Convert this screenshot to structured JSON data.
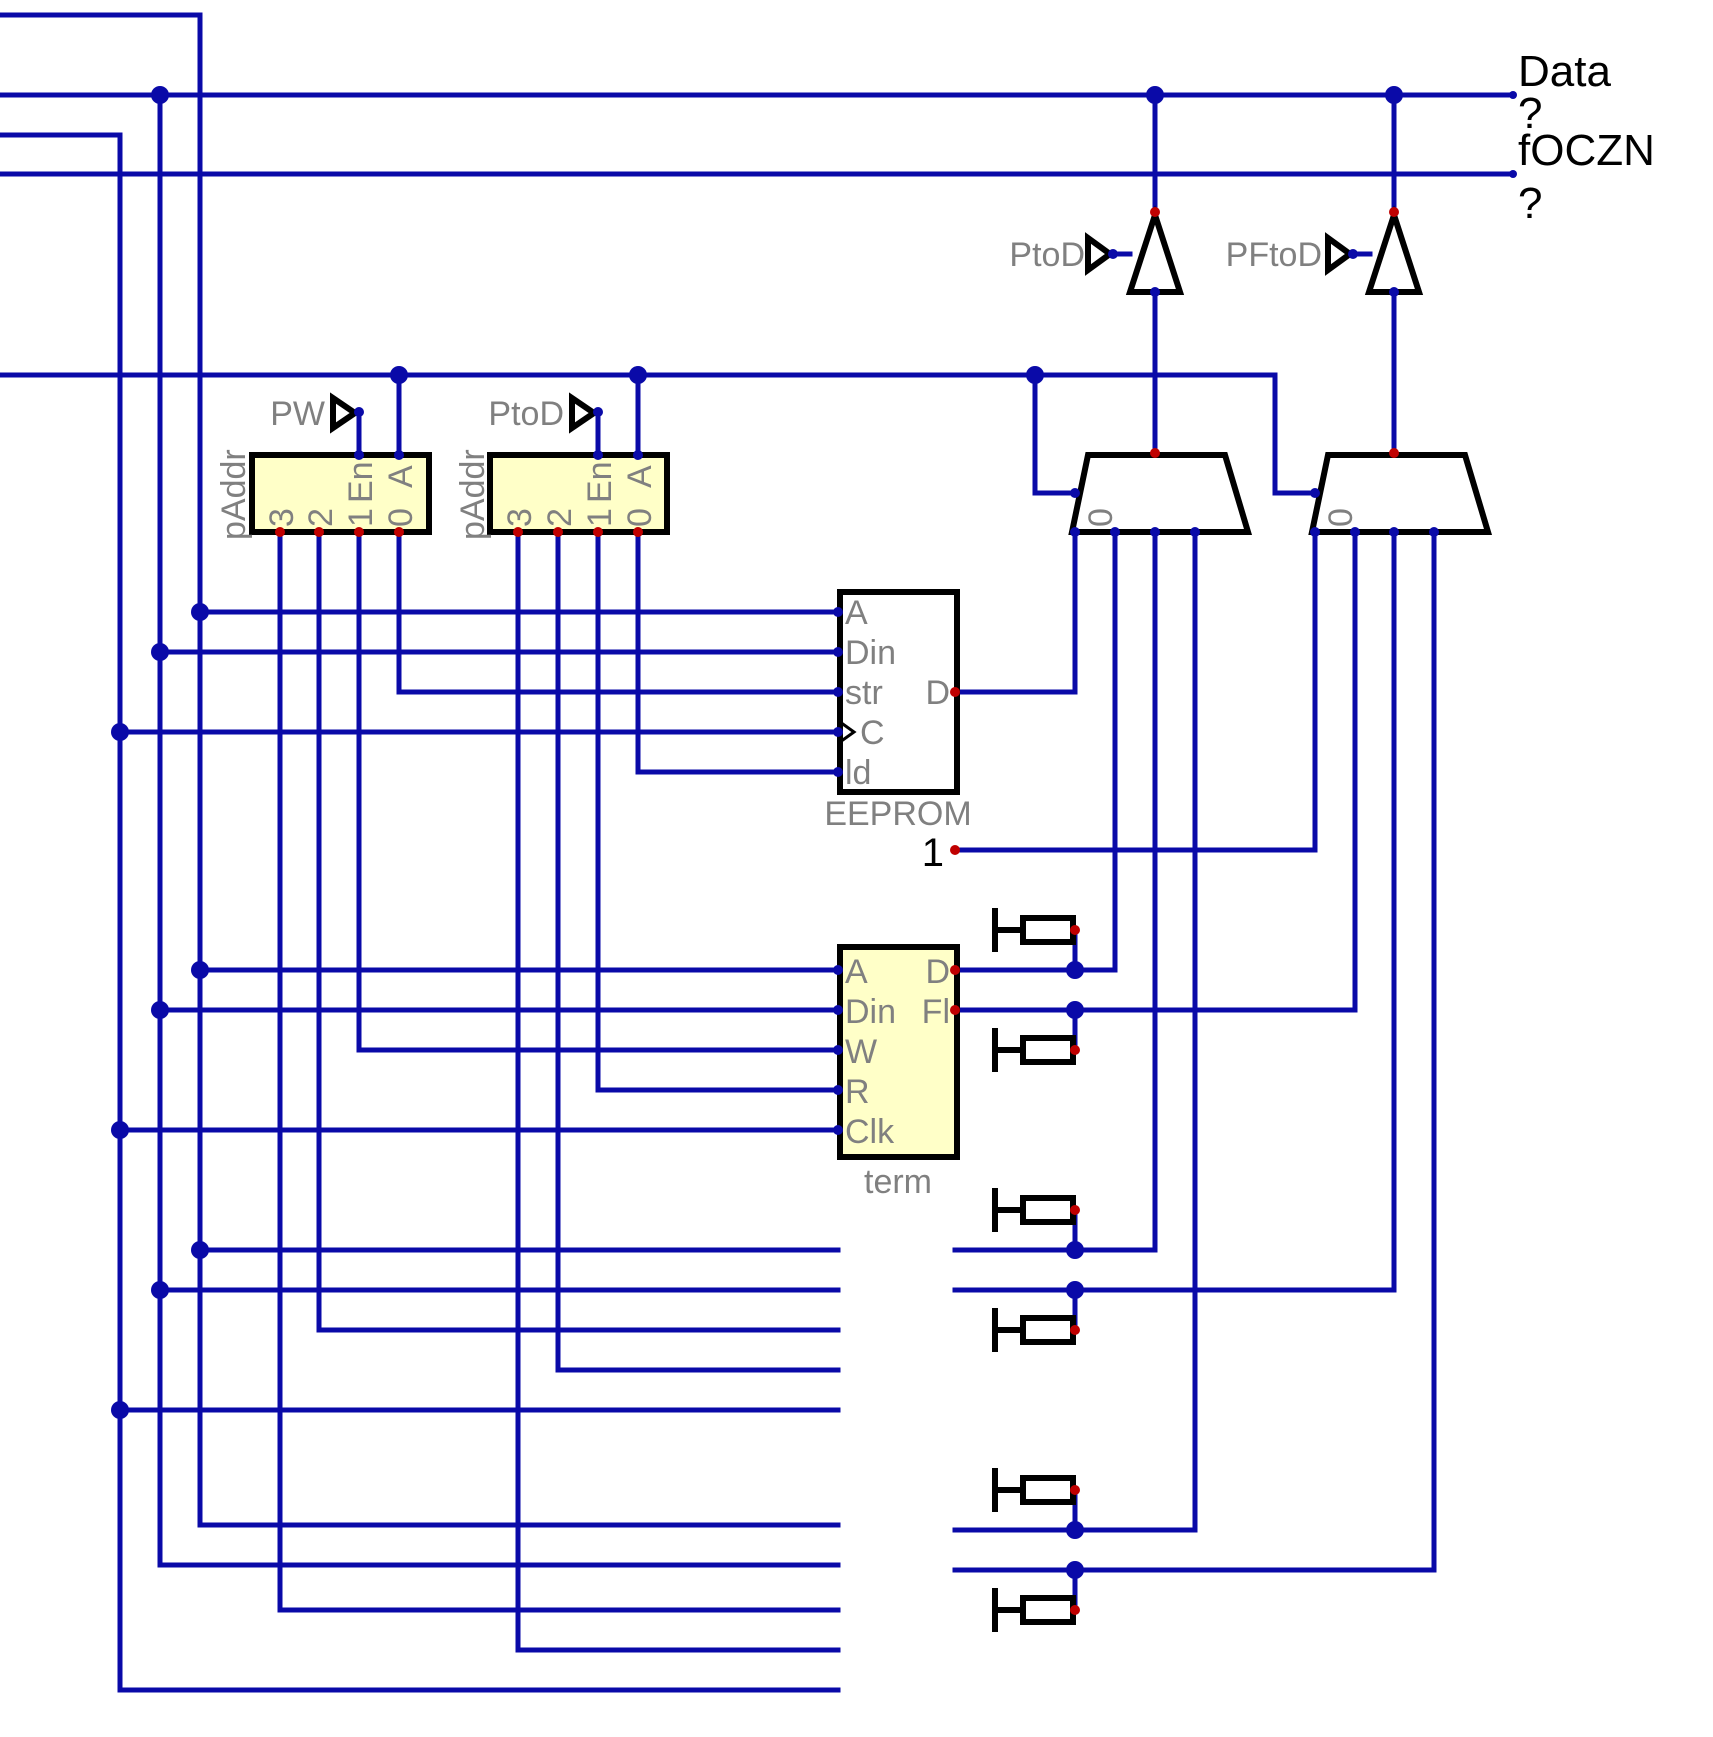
{
  "colors": {
    "wire": "#0a0aa8",
    "pin": "#c00000",
    "component_fill": "#ffffc8",
    "component_label": "#808080"
  },
  "outputs": {
    "data_label": "Data",
    "data_value": "?",
    "focnz_label": "fOCZN",
    "focnz_value": "?"
  },
  "tristate_1": {
    "label": "PtoD"
  },
  "tristate_2": {
    "label": "PFtoD"
  },
  "splitter_1": {
    "enable_label": "PW",
    "name": "pAddr",
    "pins": [
      "3",
      "2",
      "1",
      "0"
    ],
    "en_pin": "En",
    "a_pin": "A"
  },
  "splitter_2": {
    "enable_label": "PtoD",
    "name": "pAddr",
    "pins": [
      "3",
      "2",
      "1",
      "0"
    ],
    "en_pin": "En",
    "a_pin": "A"
  },
  "mux_1": {
    "sel_label": "0"
  },
  "mux_2": {
    "sel_label": "0"
  },
  "eeprom": {
    "name": "EEPROM",
    "pins": {
      "a": "A",
      "din": "Din",
      "str": "str",
      "c": "C",
      "ld": "ld",
      "d": "D"
    }
  },
  "constant": {
    "value": "1"
  },
  "terminal": {
    "name": "term",
    "pins": {
      "a": "A",
      "din": "Din",
      "w": "W",
      "r": "R",
      "clk": "Clk",
      "d": "D",
      "fl": "Fl"
    }
  }
}
